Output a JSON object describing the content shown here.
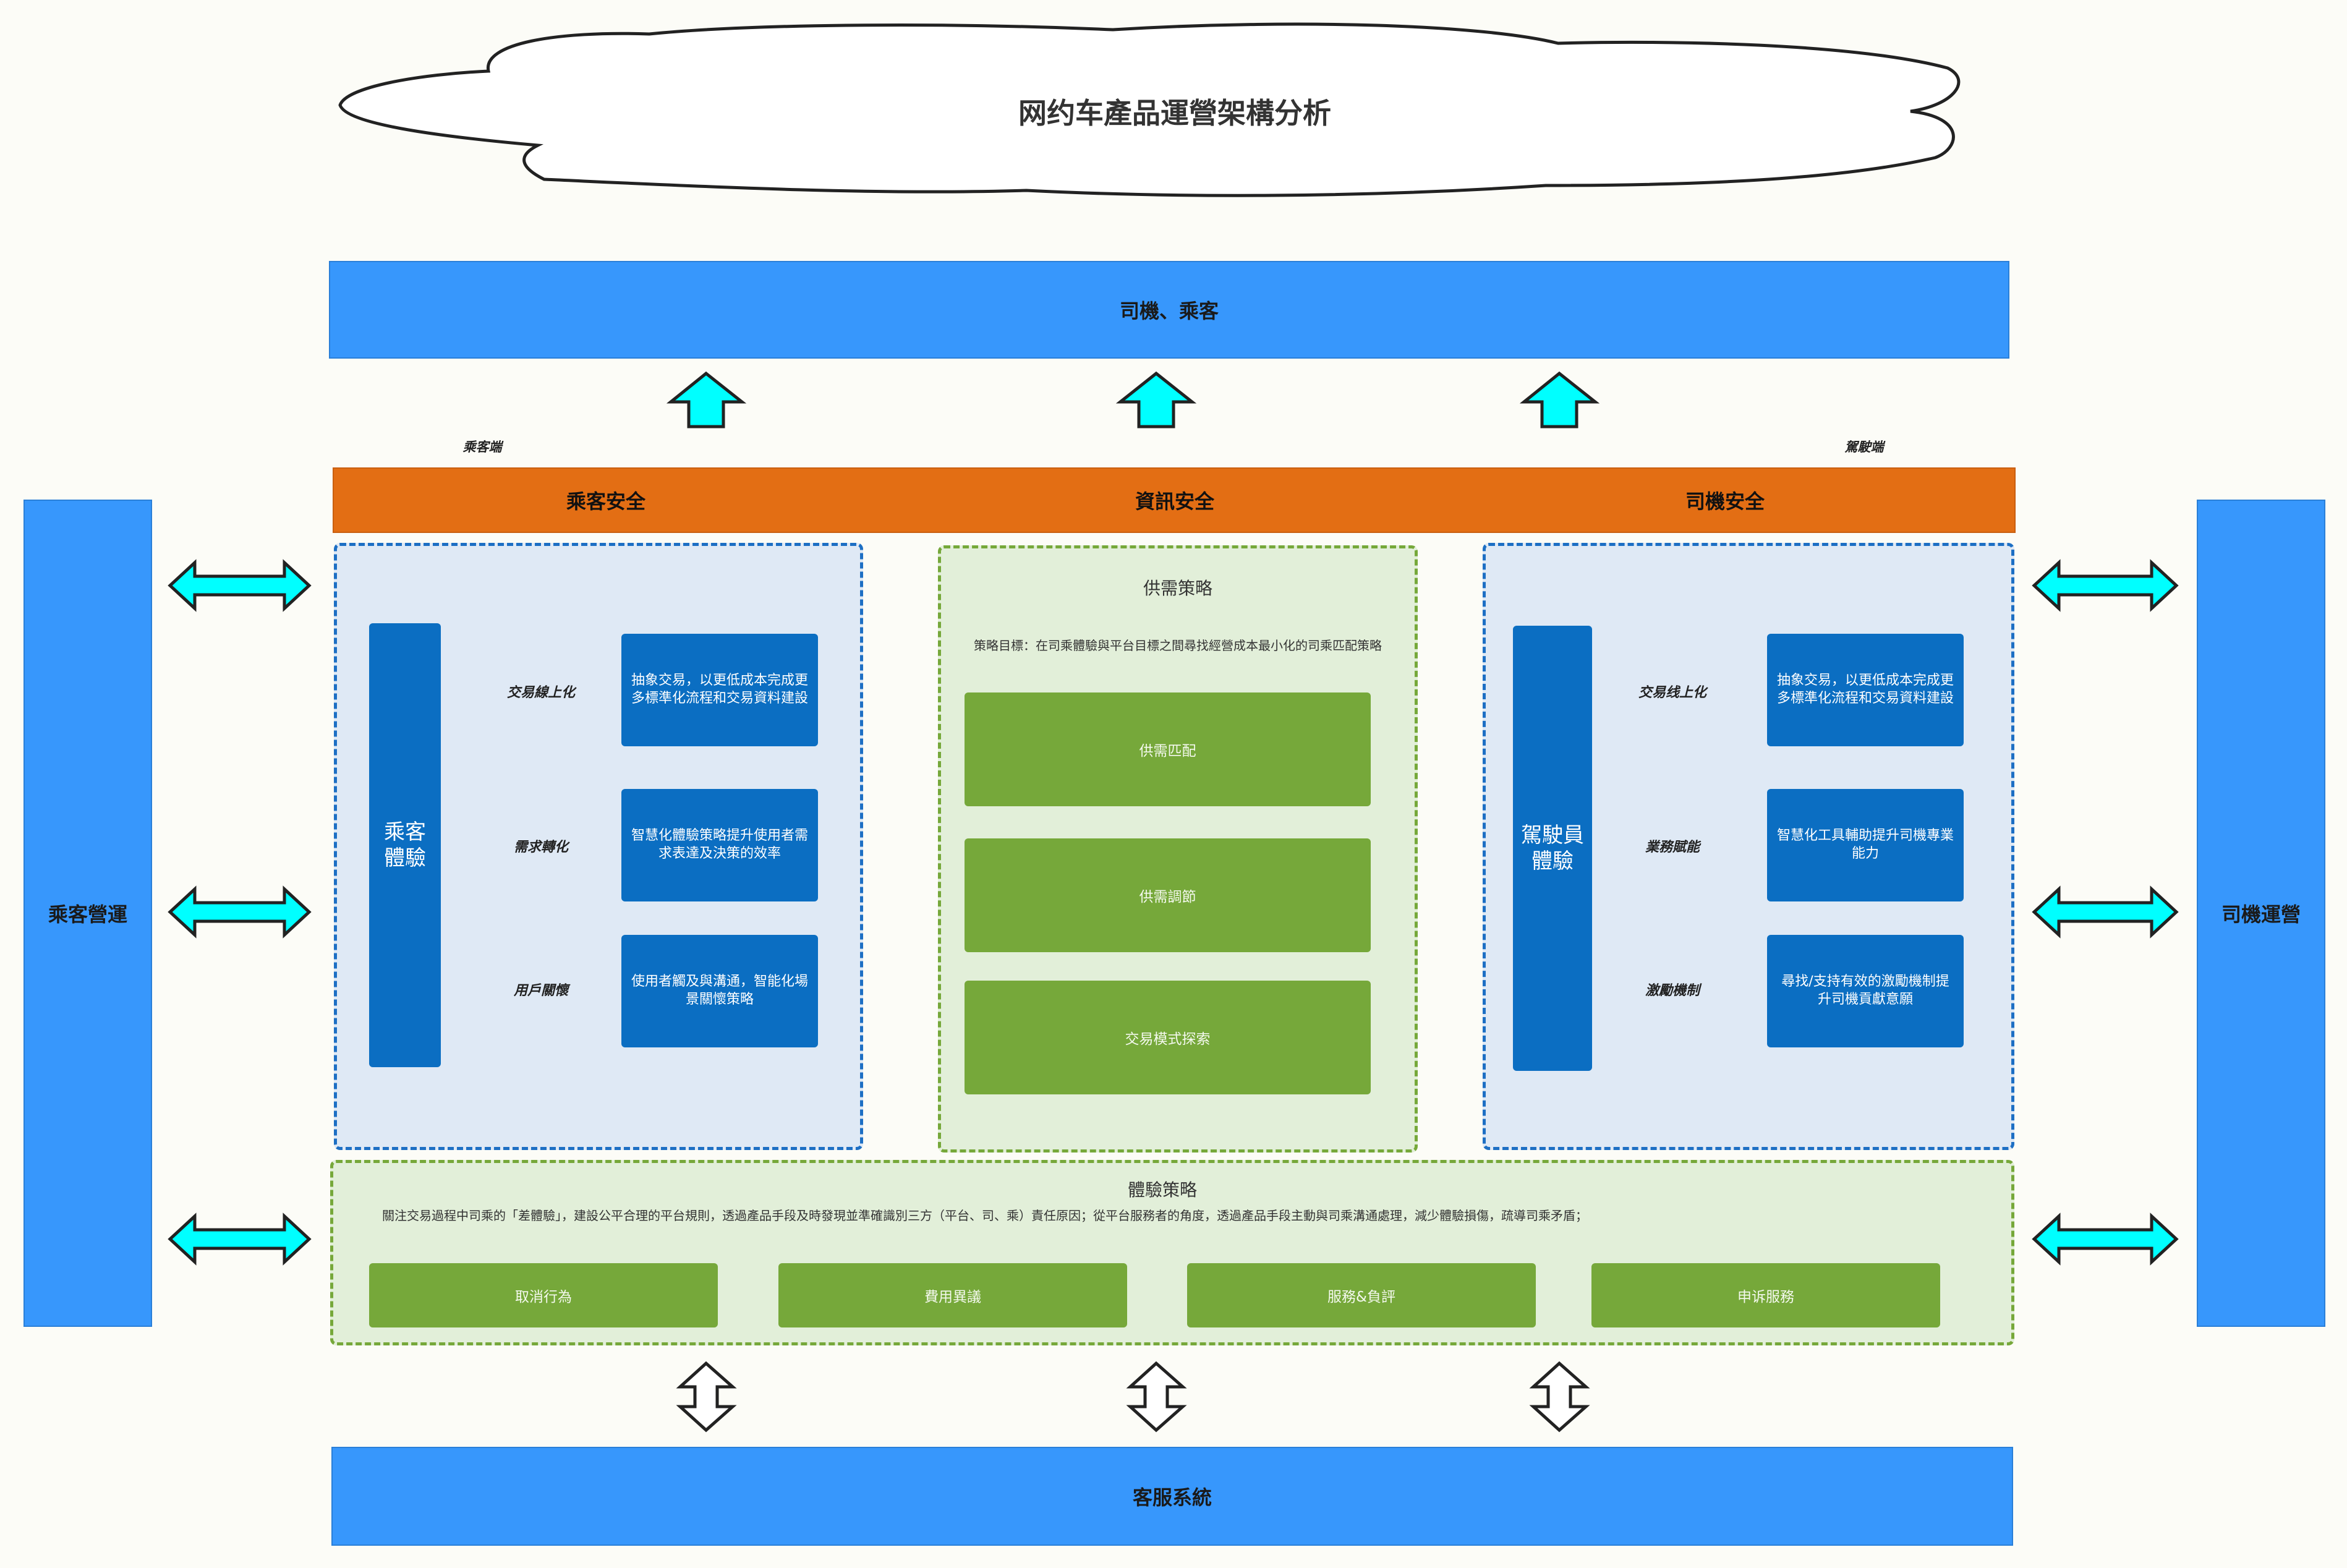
{
  "title": "网约车產品運營架構分析",
  "top_bar": "司機、乘客",
  "bottom_bar": "客服系統",
  "left_column": "乘客營運",
  "right_column": "司機運營",
  "passenger_side_label": "乘客端",
  "driver_side_label": "駕駛端",
  "security": {
    "passenger": "乘客安全",
    "info": "資訊安全",
    "driver": "司機安全"
  },
  "passenger_panel": {
    "title": "乘客體驗",
    "rows": [
      {
        "label": "交易線上化",
        "box": "抽象交易，以更低成本完成更多標準化流程和交易資料建設"
      },
      {
        "label": "需求轉化",
        "box": "智慧化體驗策略提升使用者需求表達及決策的效率"
      },
      {
        "label": "用戶關懷",
        "box": "使用者觸及與溝通，智能化場景關懷策略"
      }
    ]
  },
  "supply_panel": {
    "title": "供需策略",
    "subtitle": "策略目標：在司乘體驗與平台目標之間尋找經營成本最小化的司乘匹配策略",
    "items": [
      "供需匹配",
      "供需調節",
      "交易模式探索"
    ]
  },
  "driver_panel": {
    "title": "駕駛員體驗",
    "rows": [
      {
        "label": "交易线上化",
        "box": "抽象交易，以更低成本完成更多標準化流程和交易資料建設"
      },
      {
        "label": "業務賦能",
        "box": "智慧化工具輔助提升司機專業能力"
      },
      {
        "label": "激勵機制",
        "box": "尋找/支持有效的激勵機制提升司機貢獻意願"
      }
    ]
  },
  "experience_panel": {
    "title": "體驗策略",
    "description": "關注交易過程中司乘的「差體驗」，建設公平合理的平台規則，透過產品手段及時發現並準確識別三方（平台、司、乘）責任原因；從平台服務者的角度，透過產品手段主動與司乘溝通處理，減少體驗損傷，疏導司乘矛盾；",
    "items": [
      "取消行為",
      "費用異議",
      "服務&負評",
      "申诉服務"
    ]
  },
  "colors": {
    "bar_blue": "#3797fc",
    "security_orange": "#e36e14",
    "panel_blue": "#0b6ec2",
    "panel_green": "#76a83a",
    "arrow_cyan": "#00ffff"
  }
}
